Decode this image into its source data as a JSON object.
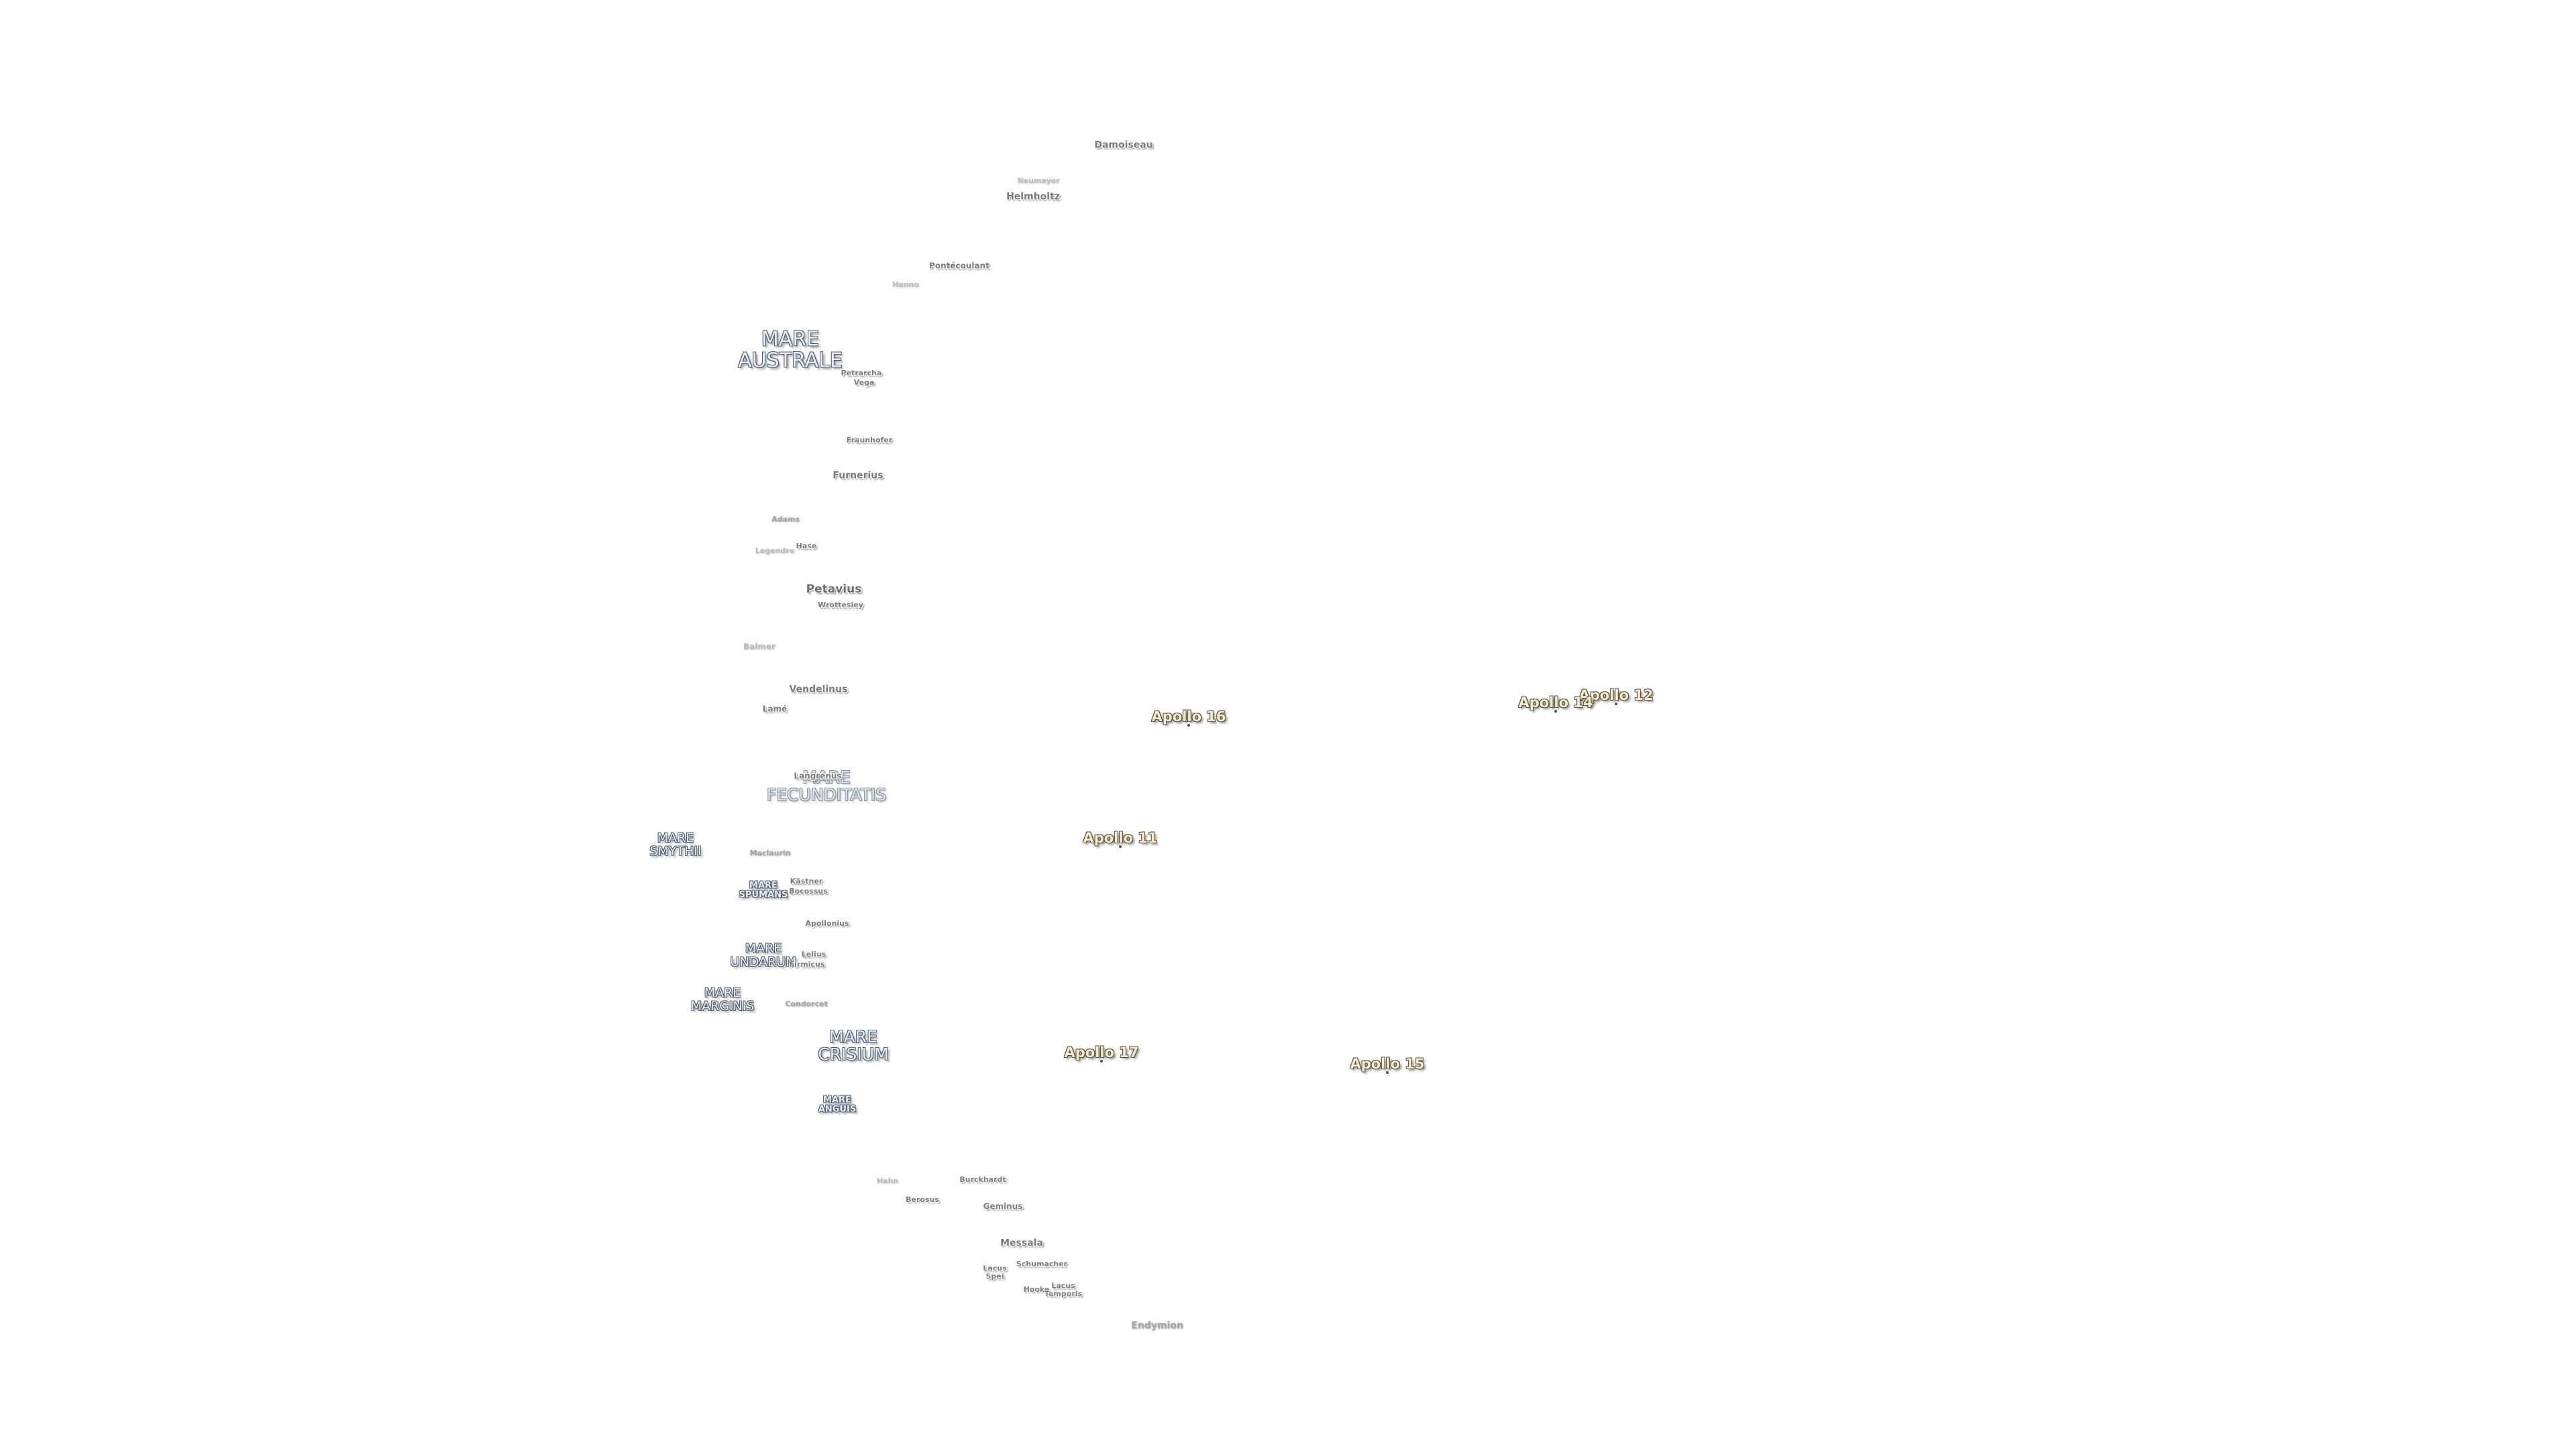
{
  "map": {
    "craters": {
      "damoiseau": "Damoiseau",
      "neumayer": "Neumayer",
      "helmholtz": "Helmholtz",
      "pontecoulant": "Pontécoulant",
      "hanno": "Hanno",
      "petrarcha": "Petrarcha",
      "vega": "Vega",
      "fraunhofer": "Fraunhofer",
      "furnerius": "Furnerius",
      "adams": "Adams",
      "legendre": "Legendre",
      "hase": "Hase",
      "petavius": "Petavius",
      "wrottesley": "Wrottesley",
      "balmer": "Balmer",
      "vendelinus": "Vendelinus",
      "lame": "Lamé",
      "langrenus": "Langrenus",
      "maclaurin": "Maclaurin",
      "kastner": "Kästner",
      "bocossus": "Bocossus",
      "apollonius": "Apollonius",
      "lelius": "Lelius",
      "firmicus": "Firmicus",
      "condorcet": "Condorcet",
      "hahn": "Hahn",
      "burckhardt": "Burckhardt",
      "berosus": "Berosus",
      "geminus": "Geminus",
      "messala": "Messala",
      "lacus_spei": "Lacus\nSpei",
      "schumacher": "Schumacher",
      "hooke": "Hooke",
      "lacus_temporis": "Lacus\nTemporis",
      "endymion": "Endymion"
    },
    "maria": {
      "australe": "MARE\nAUSTRALE",
      "fecunditatis": "MARE\nFECUNDITATIS",
      "smythii": "MARE\nSMYTHII",
      "spumans": "MARE\nSPUMANS",
      "undarum": "MARE\nUNDARUM",
      "marginis": "MARE\nMARGINIS",
      "crisium": "MARE\nCRISIUM",
      "anguis": "MARE\nANGUIS"
    },
    "apollo_sites": {
      "a12": "Apollo 12",
      "a14": "Apollo 14",
      "a16": "Apollo 16",
      "a11": "Apollo 11",
      "a17": "Apollo 17",
      "a15": "Apollo 15"
    },
    "colors": {
      "background": "#ffffff",
      "crater_text": "#7a7a7a",
      "mare_fill": "#e8eef6",
      "mare_outline": "#4e5c6e",
      "apollo_fill": "#f4ead2",
      "apollo_outline": "#5a4f3a"
    }
  }
}
